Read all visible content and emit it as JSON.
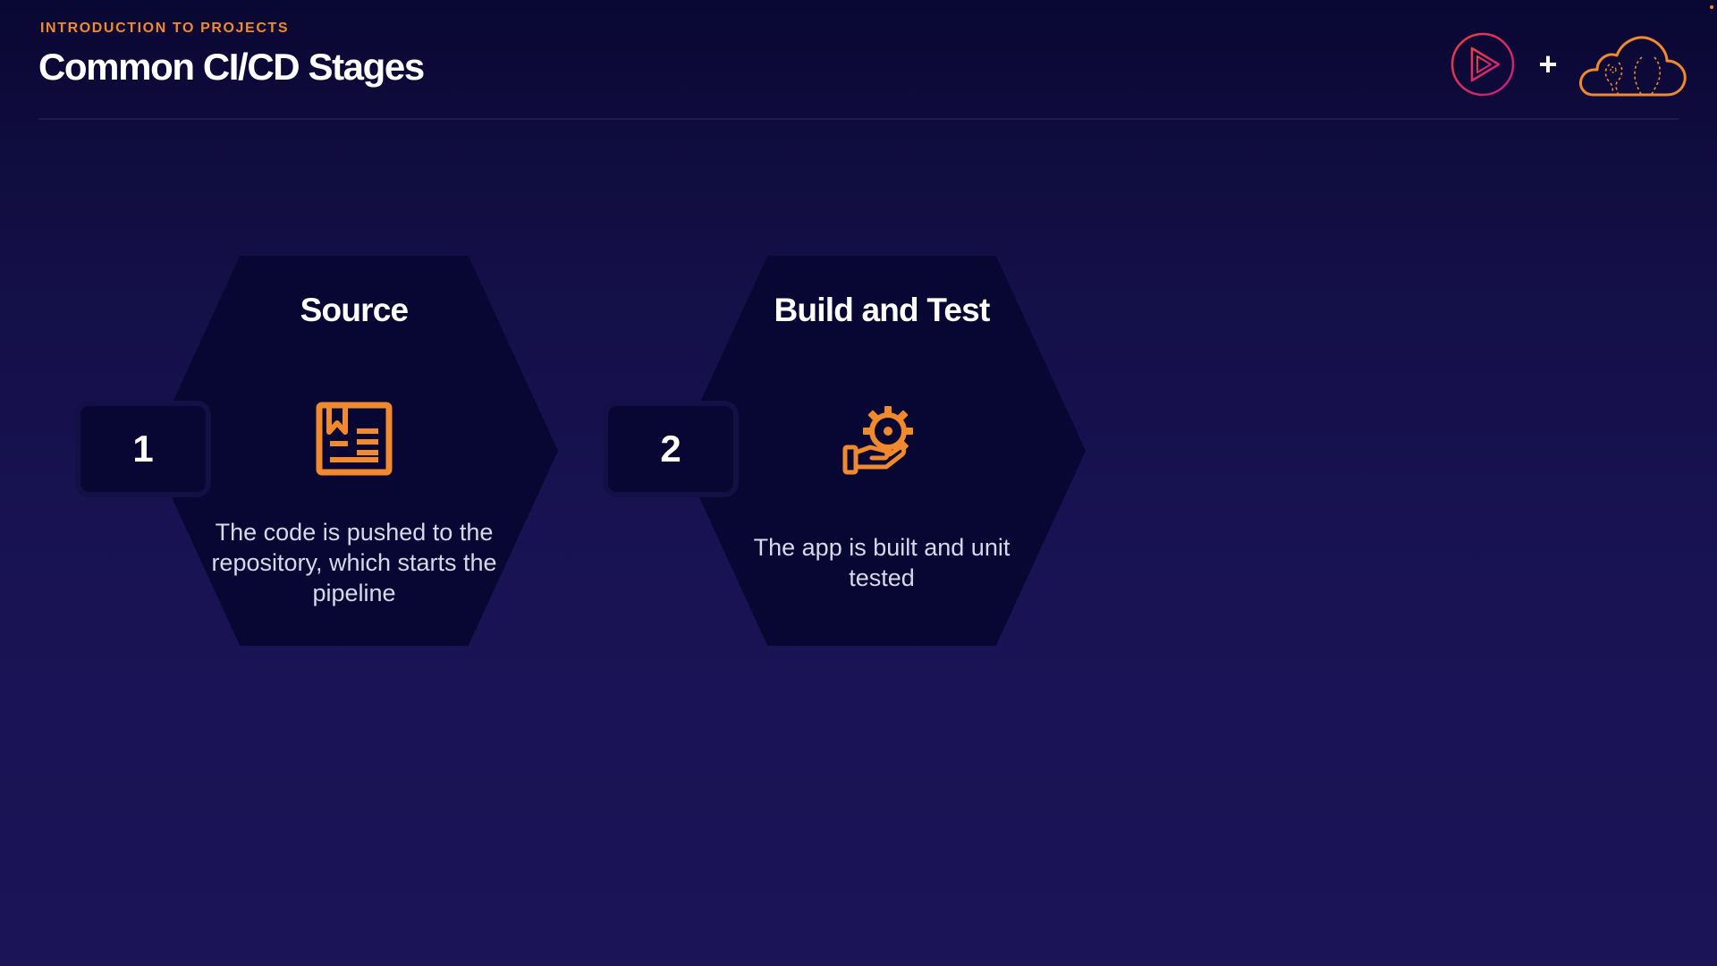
{
  "header": {
    "subtitle": "INTRODUCTION TO PROJECTS",
    "title": "Common CI/CD Stages",
    "brand": {
      "left_logo": "play-circle-logo-icon",
      "separator": "+",
      "right_logo": "cloud-logo-icon"
    }
  },
  "stages": [
    {
      "number": "1",
      "title": "Source",
      "icon": "document-icon",
      "description": "The code is pushed to the repository, which starts the pipeline"
    },
    {
      "number": "2",
      "title": "Build and Test",
      "icon": "gear-hand-icon",
      "description": "The app is built and unit tested"
    }
  ],
  "colors": {
    "background_top": "#0a0733",
    "background_bottom": "#1b1456",
    "hexagon": "#080632",
    "accent_orange": "#f18a2e",
    "logo_gradient_start": "#e8324e",
    "logo_gradient_end": "#c21b7a",
    "text_primary": "#ffffff",
    "text_secondary": "#d9d8ea"
  }
}
